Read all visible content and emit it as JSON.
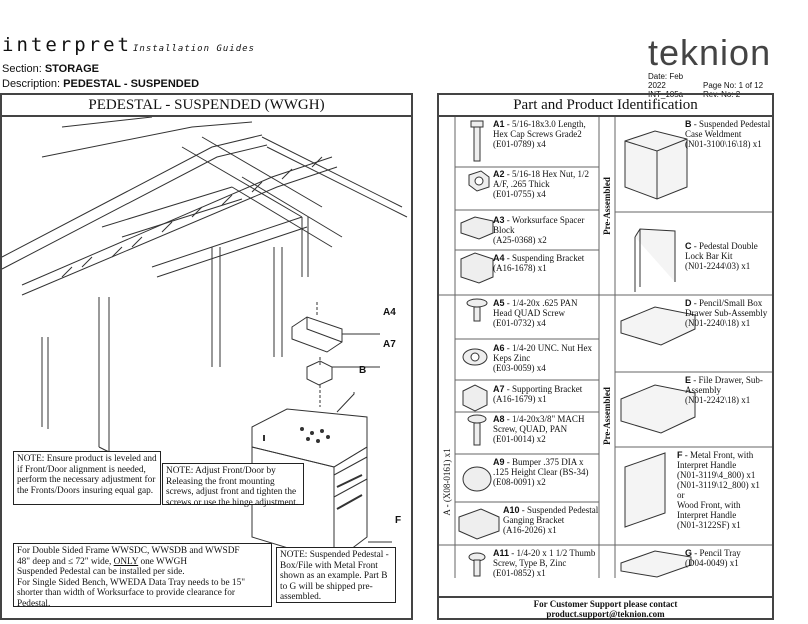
{
  "header": {
    "brand": "interpret",
    "brand_sub": "Installation Guides",
    "section_label": "Section:",
    "section_value": "STORAGE",
    "desc_label": "Description:",
    "desc_value": "PEDESTAL - SUSPENDED",
    "logo": "teknion",
    "date": "Date: Feb 2022",
    "page": "Page No: 1 of 12",
    "doc_id": "INT_105a",
    "rev": "Rev. No: 2"
  },
  "left_panel": {
    "title": "PEDESTAL - SUSPENDED (WWGH)",
    "callouts": {
      "a4": "A4",
      "a7": "A7",
      "b": "B",
      "f": "F"
    },
    "note1": "NOTE: Ensure product is leveled and if Front/Door alignment is needed, perform the necessary adjustment for the Fronts/Doors insuring equal gap.",
    "note2": "NOTE: Adjust Front/Door by Releasing the front mounting screws, adjust front and tighten the screws or use the hinge adjustment.",
    "note3_l1": "For Double Sided Frame WWSDC, WWSDB and WWSDF",
    "note3_l2a": "48\" deep and  ≤ 72\" wide, ",
    "note3_l2b": "ONLY",
    "note3_l2c": " one WWGH",
    "note3_l3": "Suspended Pedestal can be installed per side.",
    "note3_l4": "For Single Sided Bench, WWEDA Data Tray needs to be 15\" shorter than width of Worksurface to provide clearance for Pedestal.",
    "note4": "NOTE: Suspended Pedestal - Box/File with Metal Front shown as an example. Part B to G will be shipped pre-assembled."
  },
  "right_panel": {
    "title": "Part and Product Identification",
    "group_label_a": "A - (X08-0161) x1",
    "pre_assembled_1": "Pre-Assembled",
    "pre_assembled_2": "Pre-Assembled",
    "parts": [
      {
        "code": "A1",
        "text": " - 5/16-18x3.0 Length, Hex Cap Screws Grade2",
        "num": "(E01-0789) x4"
      },
      {
        "code": "A2",
        "text": " - 5/16-18 Hex Nut, 1/2 A/F, .265 Thick",
        "num": "(E01-0755) x4"
      },
      {
        "code": "A3",
        "text": " - Worksurface Spacer Block",
        "num": "(A25-0368) x2"
      },
      {
        "code": "A4",
        "text": " - Suspending Bracket",
        "num": "(A16-1678) x1"
      },
      {
        "code": "A5",
        "text": " - 1/4-20x .625 PAN Head QUAD Screw",
        "num": "(E01-0732) x4"
      },
      {
        "code": "A6",
        "text": " - 1/4-20 UNC. Nut Hex Keps Zinc",
        "num": "(E03-0059) x4"
      },
      {
        "code": "A7",
        "text": " - Supporting Bracket",
        "num": "(A16-1679) x1"
      },
      {
        "code": "A8",
        "text": " - 1/4-20x3/8\" MACH Screw, QUAD, PAN",
        "num": "(E01-0014) x2"
      },
      {
        "code": "A9",
        "text": " - Bumper .375 DIA x .125 Height Clear (BS-34)",
        "num": "(E08-0091) x2"
      },
      {
        "code": "A10",
        "text": " - Suspended Pedestal Ganging Bracket",
        "num": "(A16-2026) x1"
      },
      {
        "code": "A11",
        "text": " - 1/4-20 x 1 1/2 Thumb Screw, Type B, Zinc",
        "num": "(E01-0852) x1"
      }
    ],
    "products": [
      {
        "code": "B",
        "text": " - Suspended Pedestal Case Weldment",
        "num": "(N01-3100\\16\\18) x1"
      },
      {
        "code": "C",
        "text": " - Pedestal Double Lock Bar Kit",
        "num": "(N01-2244\\03) x1"
      },
      {
        "code": "D",
        "text": " - Pencil/Small Box Drawer Sub-Assembly",
        "num": "(N01-2240\\18) x1"
      },
      {
        "code": "E",
        "text": " - File Drawer, Sub-Assembly",
        "num": "(N01-2242\\18) x1"
      },
      {
        "code": "F",
        "text": " - Metal Front, with Interpret Handle",
        "num": "(N01-3119\\4_800) x1",
        "num2": "(N01-3119\\12_800) x1",
        "or": "or",
        "alt": "Wood Front, with Interpret Handle",
        "alt_num": "(N01-3122SF) x1"
      },
      {
        "code": "G",
        "text": " - Pencil Tray",
        "num": "(D04-0049) x1"
      }
    ],
    "footer_l1": "For Customer Support please contact",
    "footer_l2": "product.support@teknion.com"
  }
}
